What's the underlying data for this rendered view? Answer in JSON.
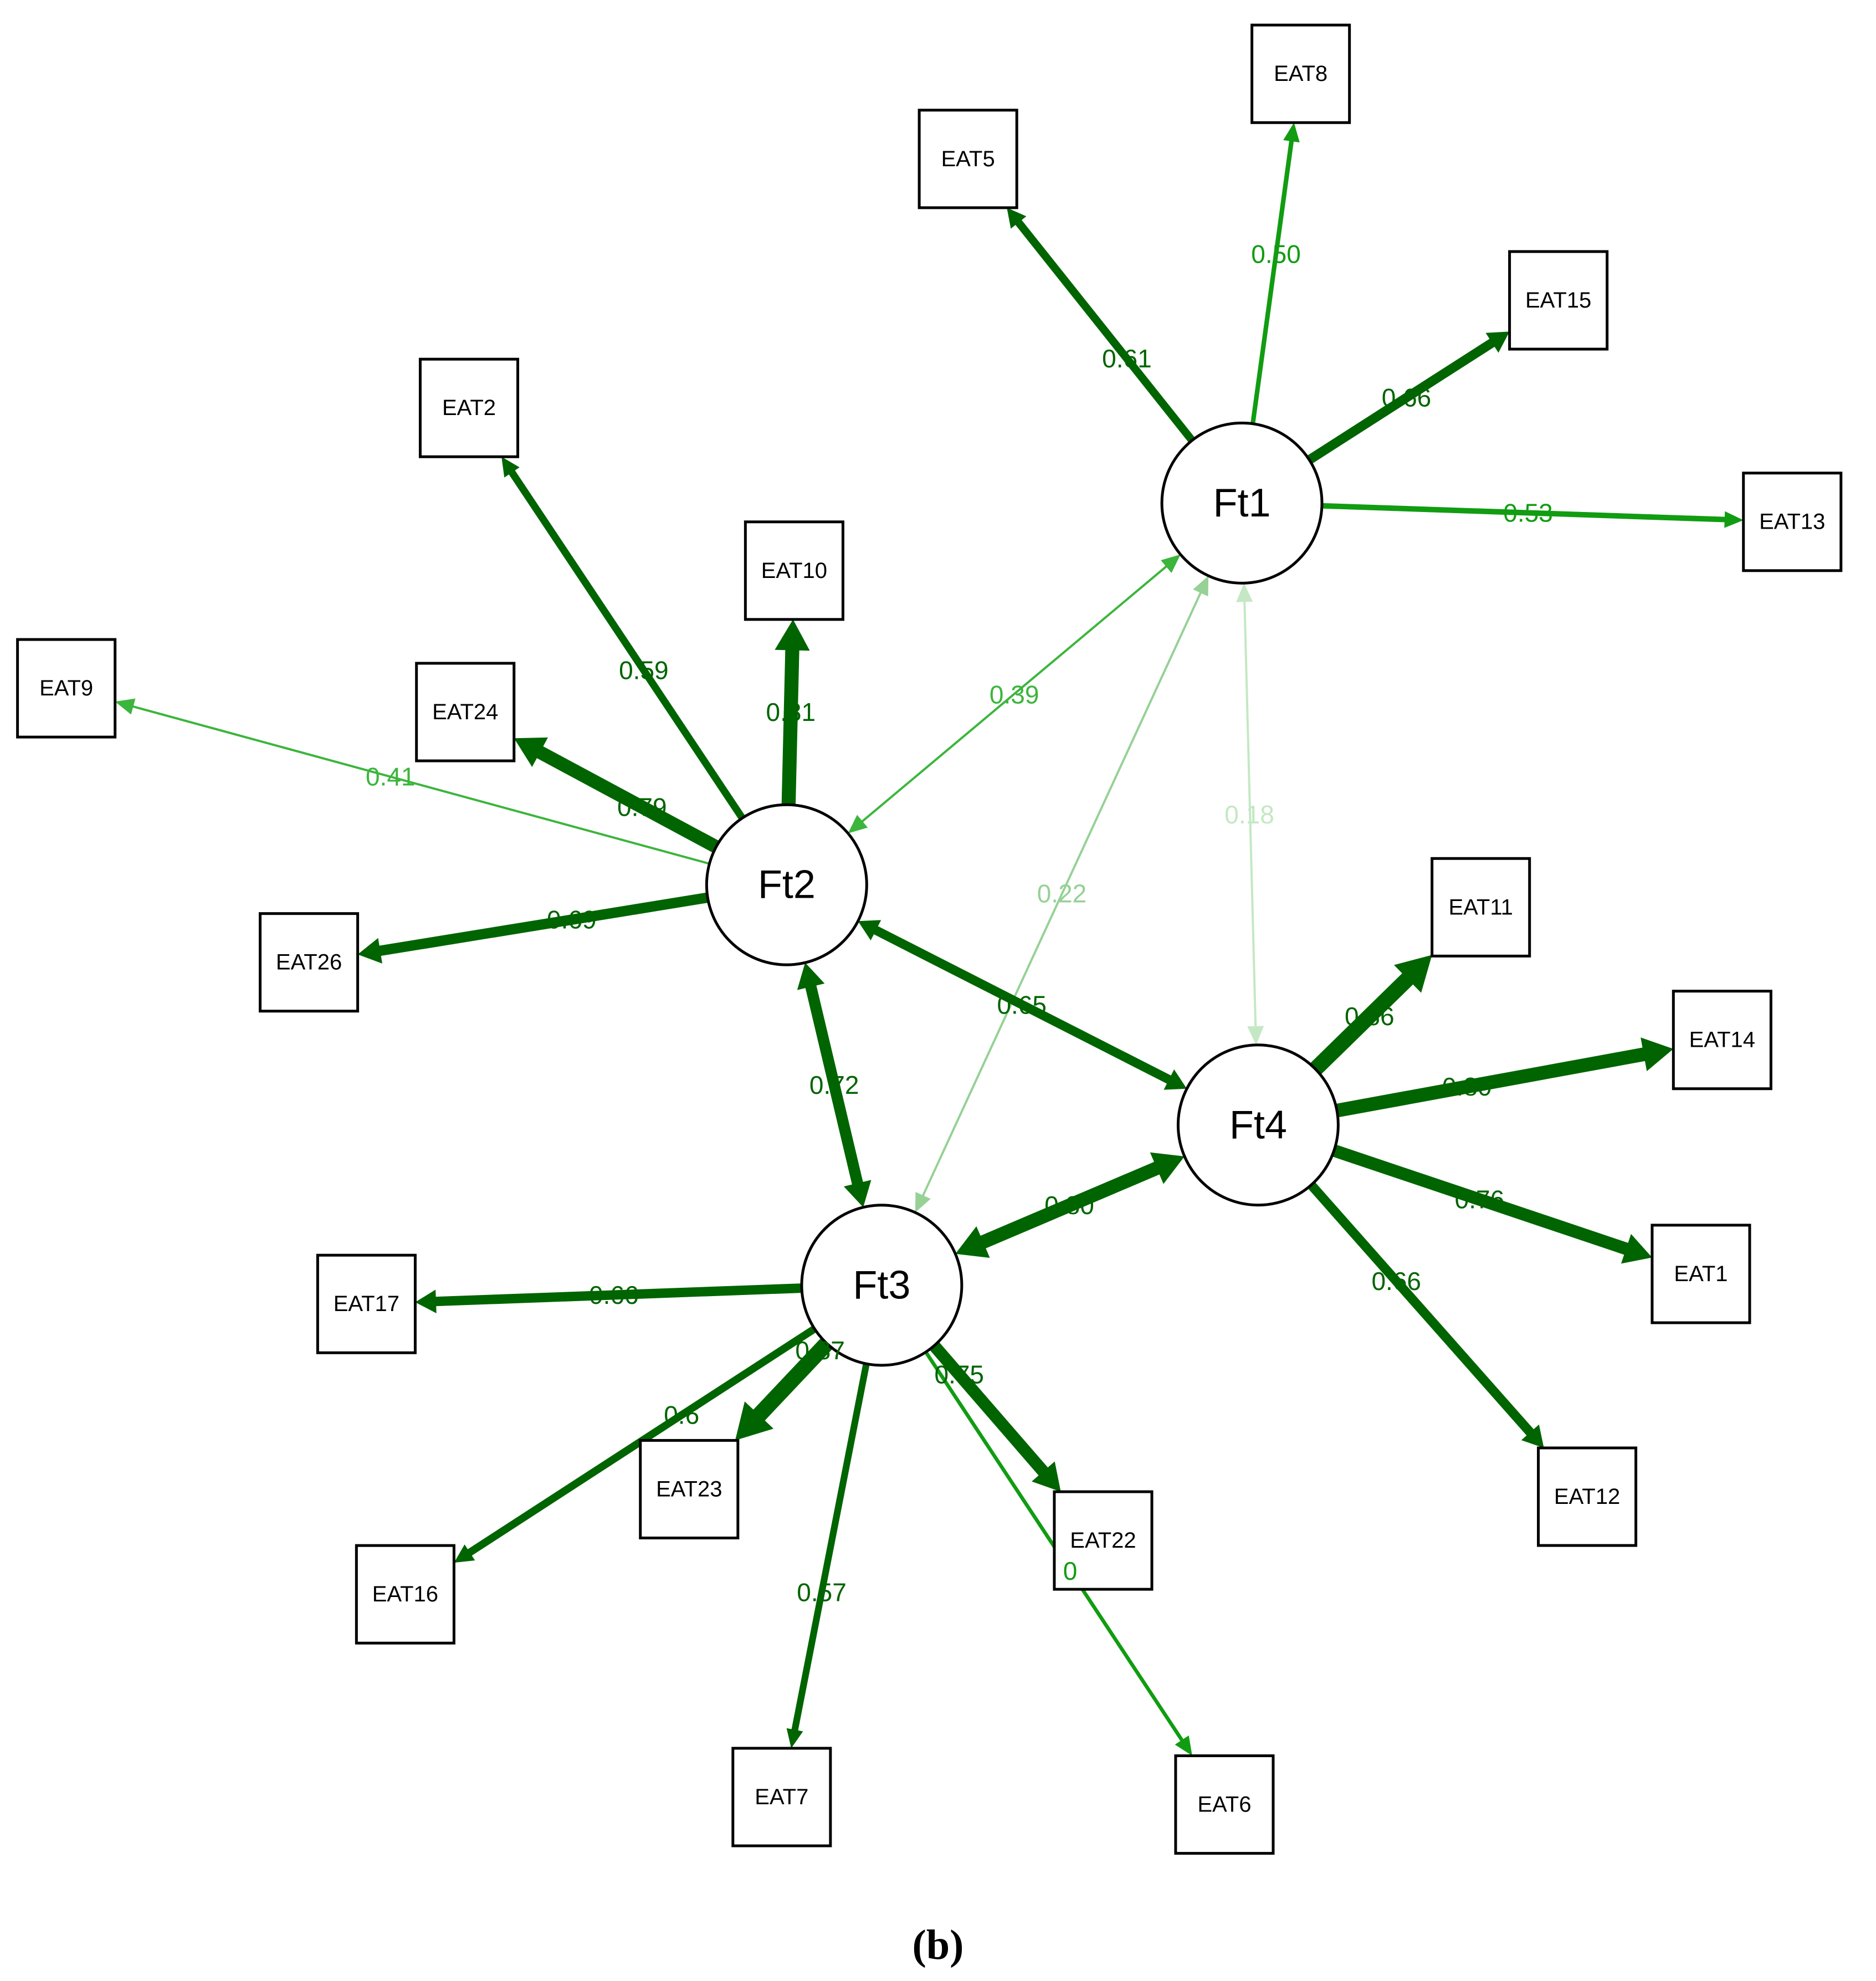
{
  "caption": "(b)",
  "colors": {
    "strong": "#006400",
    "medium": "#119c11",
    "light": "#3cb53c",
    "faint": "#96d196",
    "veryfaint": "#c4e8c4"
  },
  "factors": [
    {
      "id": "Ft1",
      "label": "Ft1"
    },
    {
      "id": "Ft2",
      "label": "Ft2"
    },
    {
      "id": "Ft3",
      "label": "Ft3"
    },
    {
      "id": "Ft4",
      "label": "Ft4"
    }
  ],
  "indicators": [
    {
      "id": "EAT8",
      "label": "EAT8"
    },
    {
      "id": "EAT5",
      "label": "EAT5"
    },
    {
      "id": "EAT15",
      "label": "EAT15"
    },
    {
      "id": "EAT13",
      "label": "EAT13"
    },
    {
      "id": "EAT2",
      "label": "EAT2"
    },
    {
      "id": "EAT10",
      "label": "EAT10"
    },
    {
      "id": "EAT9",
      "label": "EAT9"
    },
    {
      "id": "EAT24",
      "label": "EAT24"
    },
    {
      "id": "EAT26",
      "label": "EAT26"
    },
    {
      "id": "EAT11",
      "label": "EAT11"
    },
    {
      "id": "EAT14",
      "label": "EAT14"
    },
    {
      "id": "EAT1",
      "label": "EAT1"
    },
    {
      "id": "EAT12",
      "label": "EAT12"
    },
    {
      "id": "EAT17",
      "label": "EAT17"
    },
    {
      "id": "EAT23",
      "label": "EAT23"
    },
    {
      "id": "EAT16",
      "label": "EAT16"
    },
    {
      "id": "EAT22",
      "label": "EAT22"
    },
    {
      "id": "EAT7",
      "label": "EAT7"
    },
    {
      "id": "EAT6",
      "label": "EAT6"
    }
  ],
  "loadings": [
    {
      "from": "Ft1",
      "to": "EAT5",
      "label": "0.61",
      "weight": 0.61
    },
    {
      "from": "Ft1",
      "to": "EAT8",
      "label": "0.50",
      "weight": 0.5
    },
    {
      "from": "Ft1",
      "to": "EAT15",
      "label": "0.66",
      "weight": 0.66
    },
    {
      "from": "Ft1",
      "to": "EAT13",
      "label": "0.53",
      "weight": 0.53
    },
    {
      "from": "Ft2",
      "to": "EAT2",
      "label": "0.59",
      "weight": 0.59
    },
    {
      "from": "Ft2",
      "to": "EAT10",
      "label": "0.81",
      "weight": 0.81
    },
    {
      "from": "Ft2",
      "to": "EAT9",
      "label": "0.41",
      "weight": 0.41
    },
    {
      "from": "Ft2",
      "to": "EAT24",
      "label": "0.79",
      "weight": 0.79
    },
    {
      "from": "Ft2",
      "to": "EAT26",
      "label": "0.69",
      "weight": 0.69
    },
    {
      "from": "Ft4",
      "to": "EAT11",
      "label": "0.86",
      "weight": 0.86
    },
    {
      "from": "Ft4",
      "to": "EAT14",
      "label": "0.80",
      "weight": 0.8
    },
    {
      "from": "Ft4",
      "to": "EAT1",
      "label": "0.76",
      "weight": 0.76
    },
    {
      "from": "Ft4",
      "to": "EAT12",
      "label": "0.66",
      "weight": 0.66
    },
    {
      "from": "Ft3",
      "to": "EAT17",
      "label": "0.66",
      "weight": 0.66
    },
    {
      "from": "Ft3",
      "to": "EAT23",
      "label": "0.87",
      "weight": 0.87
    },
    {
      "from": "Ft3",
      "to": "EAT16",
      "label": "0.6",
      "weight": 0.6
    },
    {
      "from": "Ft3",
      "to": "EAT22",
      "label": "0.75",
      "weight": 0.75
    },
    {
      "from": "Ft3",
      "to": "EAT7",
      "label": "0.57",
      "weight": 0.57
    },
    {
      "from": "Ft3",
      "to": "EAT6",
      "label": "0",
      "weight": 0.47
    }
  ],
  "covariances": [
    {
      "a": "Ft1",
      "b": "Ft2",
      "label": "0.39",
      "weight": 0.39
    },
    {
      "a": "Ft1",
      "b": "Ft3",
      "label": "0.22",
      "weight": 0.22
    },
    {
      "a": "Ft1",
      "b": "Ft4",
      "label": "0.18",
      "weight": 0.18
    },
    {
      "a": "Ft2",
      "b": "Ft4",
      "label": "0.65",
      "weight": 0.65
    },
    {
      "a": "Ft2",
      "b": "Ft3",
      "label": "0.72",
      "weight": 0.72
    },
    {
      "a": "Ft3",
      "b": "Ft4",
      "label": "0.80",
      "weight": 0.8
    }
  ]
}
